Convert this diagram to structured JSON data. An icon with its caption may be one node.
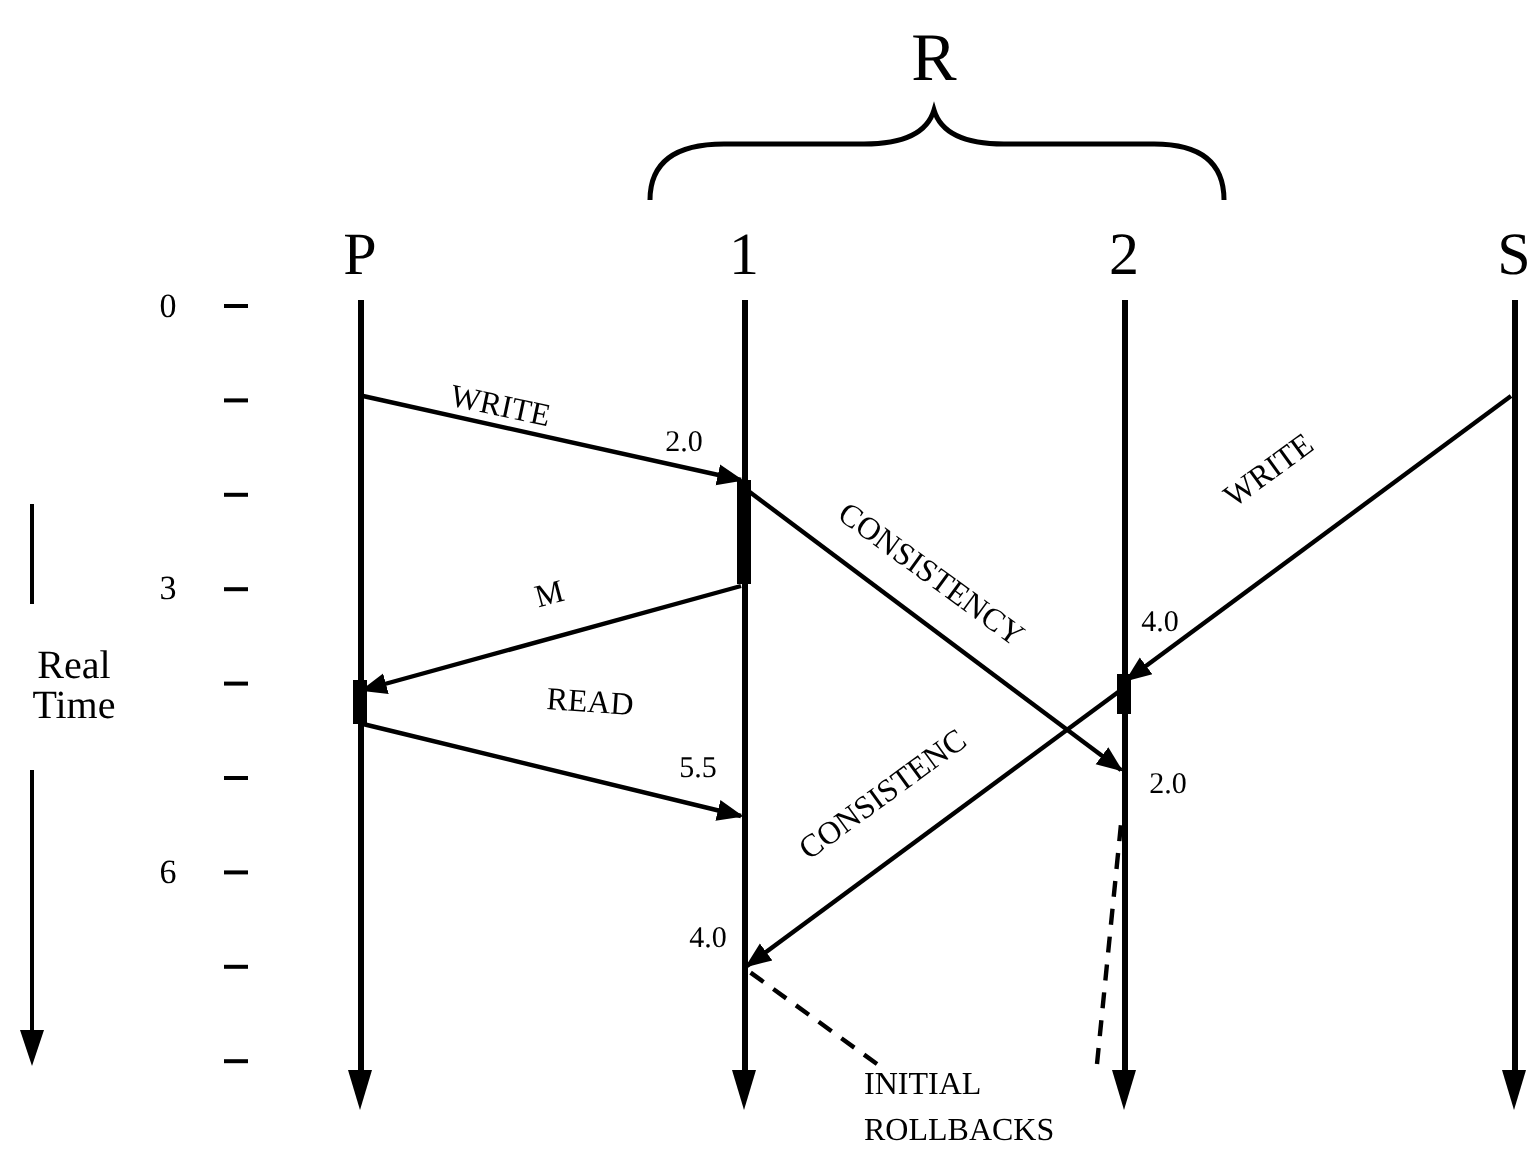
{
  "diagram": {
    "nodes": [
      {
        "text": [
          "P"
        ]
      },
      {
        "text": [
          "1"
        ]
      },
      {
        "text": [
          "2"
        ]
      },
      {
        "text": [
          "S"
        ]
      },
      {
        "text": [
          "INITIAL ROLLBACKS"
        ]
      }
    ],
    "edges": [
      {
        "from": 0,
        "to": 1,
        "arrow": "to",
        "label": "WRITE"
      },
      {
        "from": 1,
        "to": 0,
        "arrow": "to",
        "label": "M"
      },
      {
        "from": 0,
        "to": 1,
        "arrow": "to",
        "label": "READ"
      },
      {
        "from": 1,
        "to": 2,
        "arrow": "to",
        "label": "CONSISTENCY"
      },
      {
        "from": 3,
        "to": 2,
        "arrow": "to",
        "label": "WRITE"
      },
      {
        "from": 2,
        "to": 1,
        "arrow": "to",
        "label": "CONSISTENC"
      },
      {
        "from": 4,
        "to": 1,
        "arrow": "none",
        "style": "dashed"
      },
      {
        "from": 4,
        "to": 2,
        "arrow": "none",
        "style": "dashed"
      }
    ],
    "labels": [
      "R",
      "0",
      "2.0",
      "3",
      "4.0",
      "Real Time",
      "5.5",
      "2.0",
      "6",
      "4.0"
    ]
  }
}
